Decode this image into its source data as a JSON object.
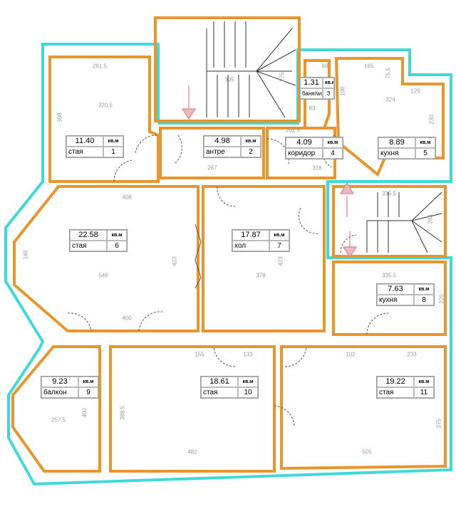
{
  "colors": {
    "walls": "#e8952c",
    "outline": "#3fd9d9",
    "arrows": "#d9848c",
    "dimensions": "#9a9a9a"
  },
  "unit": "кв.м",
  "rooms": [
    {
      "number": "1",
      "area": "11.40",
      "name": "стая"
    },
    {
      "number": "2",
      "area": "4.98",
      "name": "антре"
    },
    {
      "number": "3",
      "area": "1.31",
      "name": "баня/wc"
    },
    {
      "number": "4",
      "area": "4.09",
      "name": "коридор"
    },
    {
      "number": "5",
      "area": "8.89",
      "name": "кухня"
    },
    {
      "number": "6",
      "area": "22.58",
      "name": "стая"
    },
    {
      "number": "7",
      "area": "17.87",
      "name": "хол"
    },
    {
      "number": "8",
      "area": "7.63",
      "name": "кухня"
    },
    {
      "number": "9",
      "area": "9.23",
      "name": "балкон"
    },
    {
      "number": "10",
      "area": "18.61",
      "name": "стая"
    },
    {
      "number": "11",
      "area": "19.22",
      "name": "стая"
    }
  ],
  "dimensions": [
    "291.5",
    "320.5",
    "398",
    "267",
    "202.5",
    "318",
    "165",
    "75.5",
    "129",
    "324",
    "190",
    "230",
    "275",
    "83",
    "88",
    "395",
    "408",
    "146",
    "546",
    "423",
    "400",
    "378",
    "423",
    "335.5",
    "283",
    "335.5",
    "220",
    "155",
    "133",
    "102",
    "233",
    "400",
    "257.5",
    "388.5",
    "482",
    "505",
    "375"
  ]
}
